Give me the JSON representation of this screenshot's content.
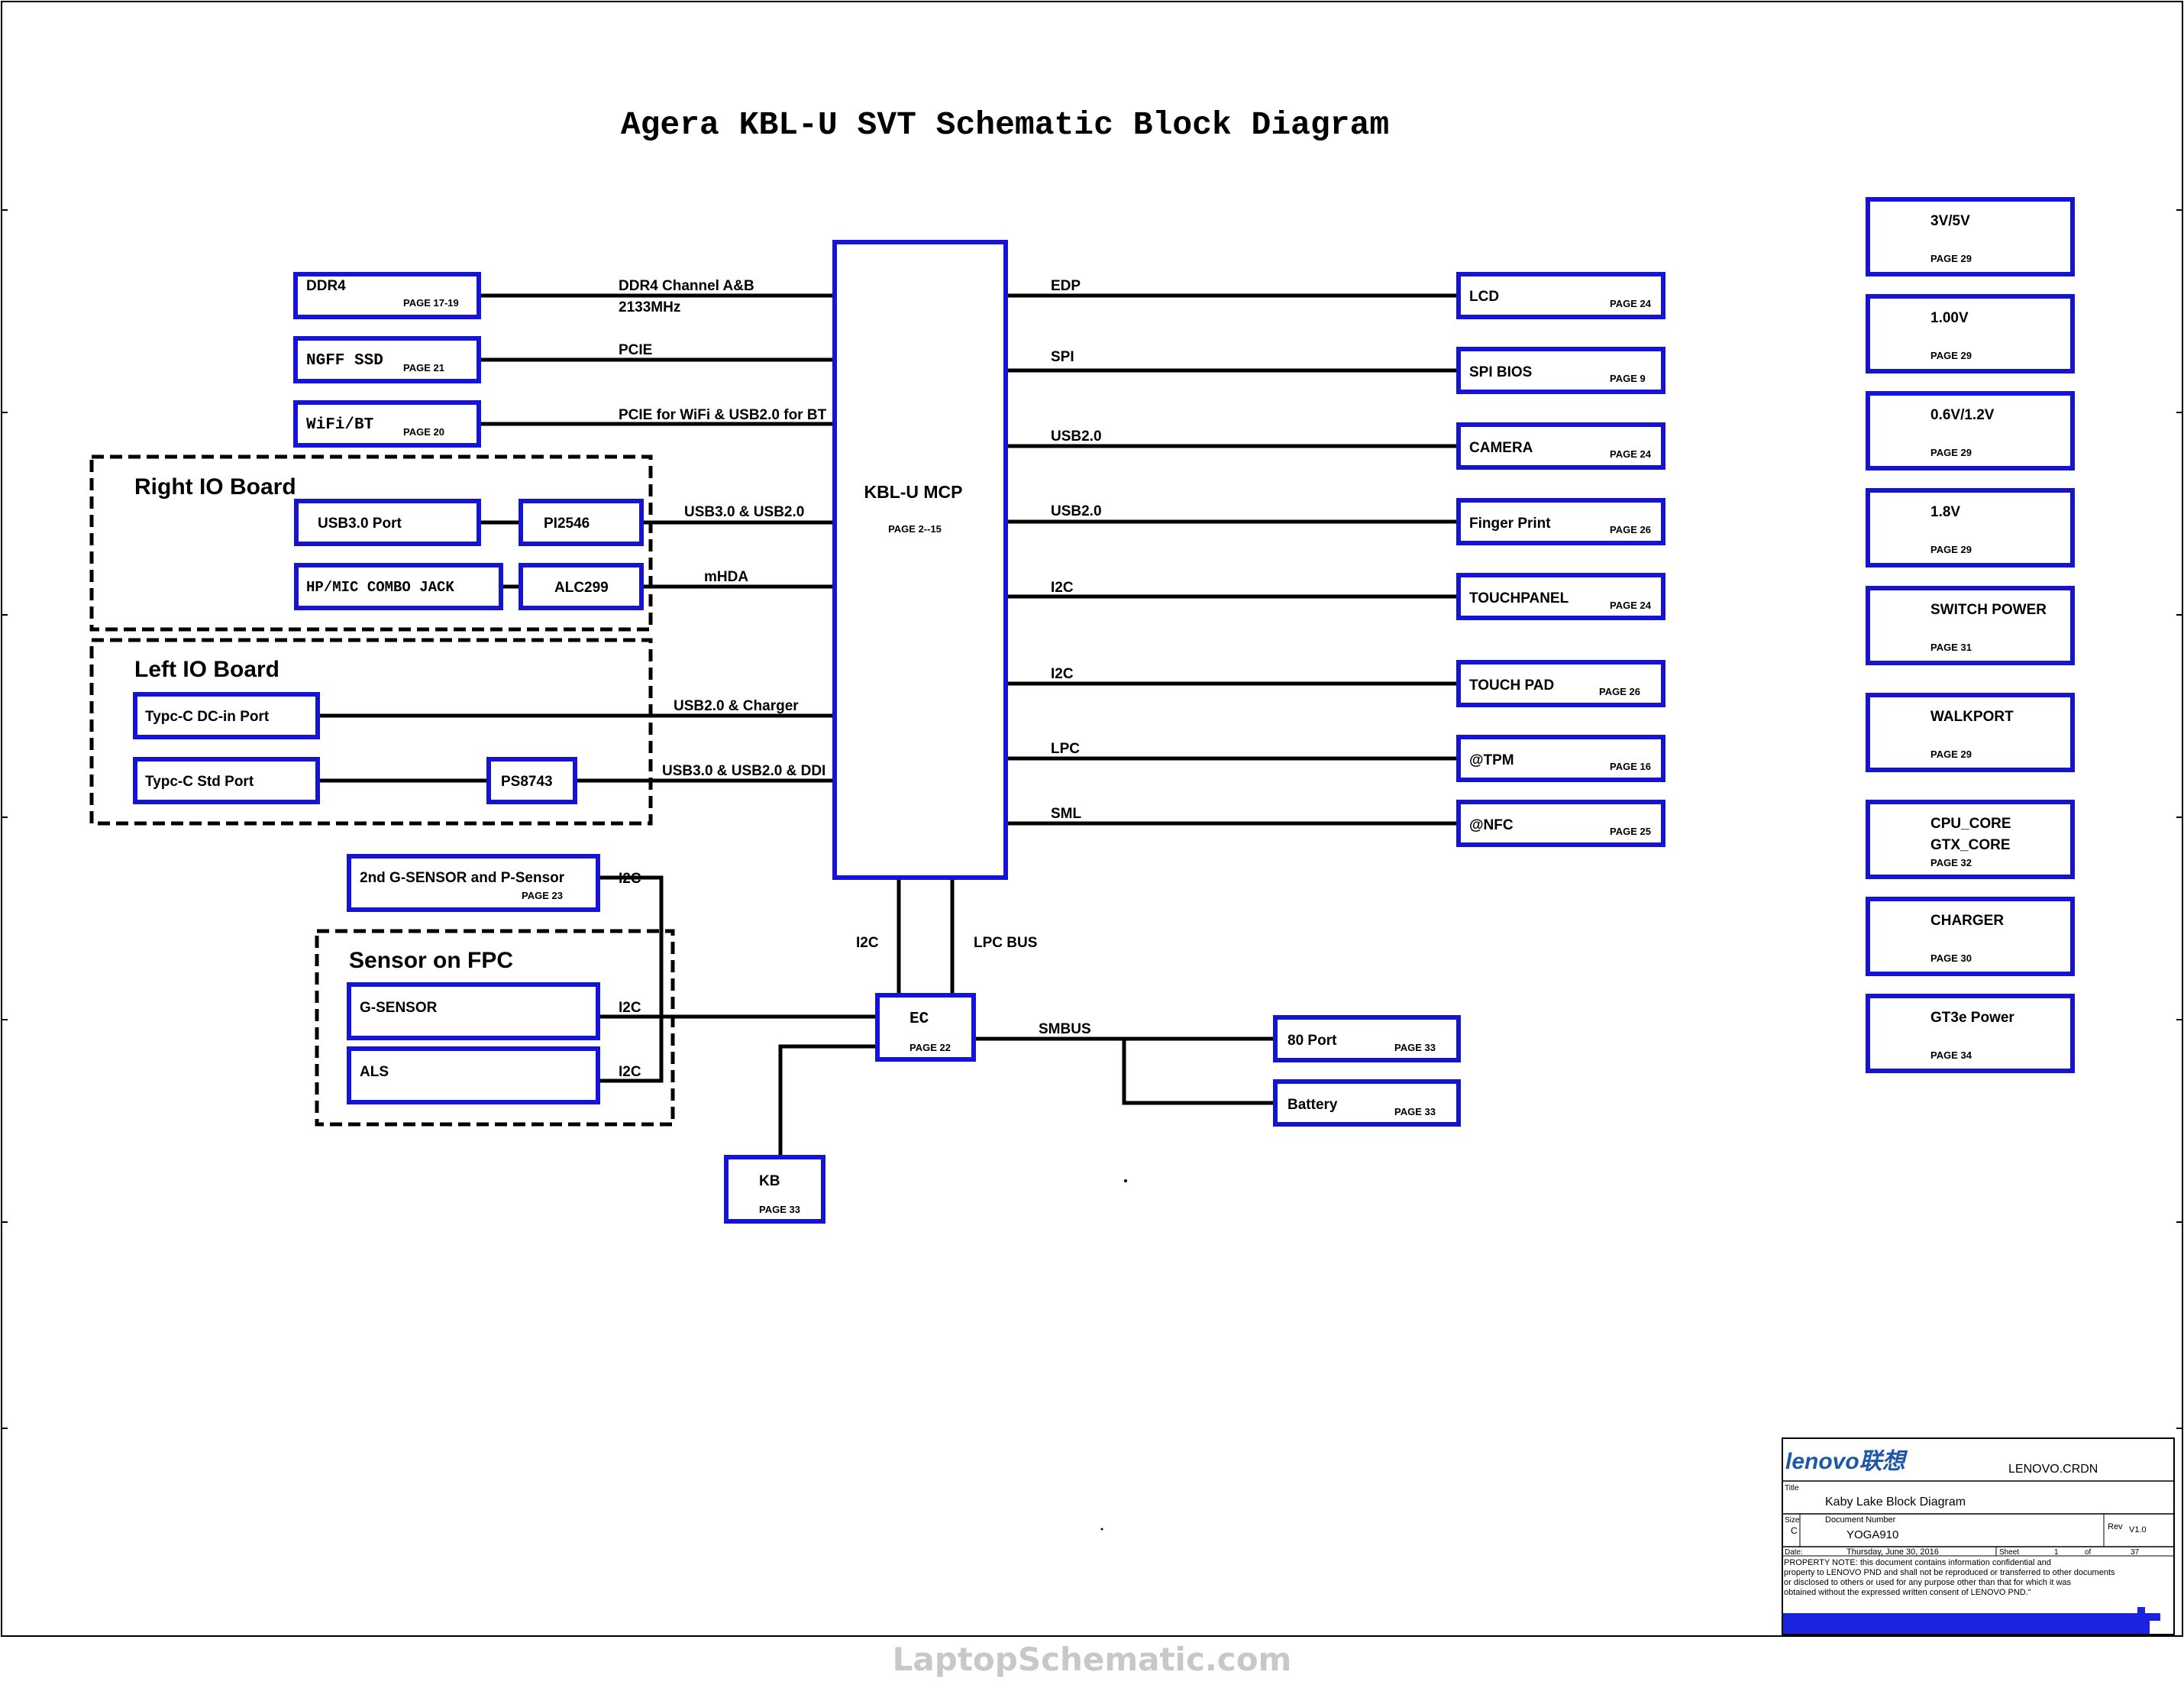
{
  "title": "Agera KBL-U SVT Schematic Block Diagram",
  "groups": {
    "right_io": "Right IO Board",
    "left_io": "Left IO Board",
    "sensor_fpc": "Sensor on FPC"
  },
  "blocks": {
    "mcp": {
      "label": "KBL-U MCP",
      "page": "PAGE 2--15"
    },
    "ddr4": {
      "label": "DDR4",
      "page": "PAGE 17-19"
    },
    "ngff": {
      "label": "NGFF SSD",
      "page": "PAGE 21"
    },
    "wifi": {
      "label": "WiFi/BT",
      "page": "PAGE 20"
    },
    "usb30": {
      "label": "USB3.0 Port"
    },
    "pi2546": {
      "label": "PI2546"
    },
    "hpmic": {
      "label": "HP/MIC COMBO JACK"
    },
    "alc299": {
      "label": "ALC299"
    },
    "typec_dc": {
      "label": "Typc-C DC-in Port"
    },
    "typec_std": {
      "label": "Typc-C Std Port"
    },
    "ps8743": {
      "label": "PS8743"
    },
    "gsensor2": {
      "label": "2nd G-SENSOR and P-Sensor",
      "page": "PAGE 23"
    },
    "gsensor": {
      "label": "G-SENSOR"
    },
    "als": {
      "label": "ALS"
    },
    "ec": {
      "label": "EC",
      "page": "PAGE 22"
    },
    "kb": {
      "label": "KB",
      "page": "PAGE 33"
    },
    "port80": {
      "label": "80 Port",
      "page": "PAGE 33"
    },
    "battery": {
      "label": "Battery",
      "page": "PAGE 33"
    },
    "lcd": {
      "label": "LCD",
      "page": "PAGE 24"
    },
    "spibios": {
      "label": "SPI BIOS",
      "page": "PAGE 9"
    },
    "camera": {
      "label": "CAMERA",
      "page": "PAGE 24"
    },
    "finger": {
      "label": "Finger Print",
      "page": "PAGE 26"
    },
    "touchpanel": {
      "label": "TOUCHPANEL",
      "page": "PAGE 24"
    },
    "touchpad": {
      "label": "TOUCH PAD",
      "page": "PAGE 26"
    },
    "tpm": {
      "label": "@TPM",
      "page": "PAGE 16"
    },
    "nfc": {
      "label": "@NFC",
      "page": "PAGE 25"
    }
  },
  "signals": {
    "ddr4_1": "DDR4 Channel A&B",
    "ddr4_2": "2133MHz",
    "pcie": "PCIE",
    "pcie_wifi": "PCIE for WiFi & USB2.0 for BT",
    "usb30_20": "USB3.0 & USB2.0",
    "mhda": "mHDA",
    "usb20_charger": "USB2.0 & Charger",
    "usb30_20_ddi": "USB3.0 & USB2.0 & DDI",
    "edp": "EDP",
    "spi": "SPI",
    "usb20_a": "USB2.0",
    "usb20_b": "USB2.0",
    "i2c_a": "I2C",
    "i2c_b": "I2C",
    "lpc": "LPC",
    "sml": "SML",
    "i2c_mcp_ec": "I2C",
    "lpc_bus": "LPC BUS",
    "smbus": "SMBUS",
    "i2c_s1": "I2C",
    "i2c_s2": "I2C",
    "i2c_s3": "I2C"
  },
  "power": [
    {
      "label": "3V/5V",
      "page": "PAGE 29"
    },
    {
      "label": "1.00V",
      "page": "PAGE 29"
    },
    {
      "label": "0.6V/1.2V",
      "page": "PAGE 29"
    },
    {
      "label": "1.8V",
      "page": "PAGE 29"
    },
    {
      "label": "SWITCH POWER",
      "page": "PAGE 31"
    },
    {
      "label": "WALKPORT",
      "page": "PAGE 29"
    },
    {
      "label": "CPU_CORE",
      "label2": "GTX_CORE",
      "page": "PAGE 32"
    },
    {
      "label": "CHARGER",
      "page": "PAGE 30"
    },
    {
      "label": "GT3e Power",
      "page": "PAGE 34"
    }
  ],
  "title_block": {
    "logo": "lenovo联想",
    "company": "LENOVO.CRDN",
    "title_label": "Title",
    "title": "Kaby Lake Block Diagram",
    "size_label": "Size",
    "size": "C",
    "docnum_label": "Document Number",
    "docnum": "YOGA910",
    "rev_label": "Rev",
    "rev": "V1.0",
    "date_label": "Date:",
    "date": "Thursday, June 30, 2016",
    "sheet_label": "Sheet",
    "sheet": "1",
    "of_label": "of",
    "total": "37",
    "note1": "PROPERTY NOTE: this document contains information confidential and",
    "note2": "property to LENOVO PND and shall not be reproduced or transferred to other documents",
    "note3": "or disclosed to others or used for any purpose other than that for which it was",
    "note4": "obtained without the expressed written consent of LENOVO PND.\""
  },
  "watermark": "LaptopSchematic.com",
  "colors": {
    "block_border": "#1414d2",
    "wire": "#000000",
    "logo": "#1e56a8"
  }
}
